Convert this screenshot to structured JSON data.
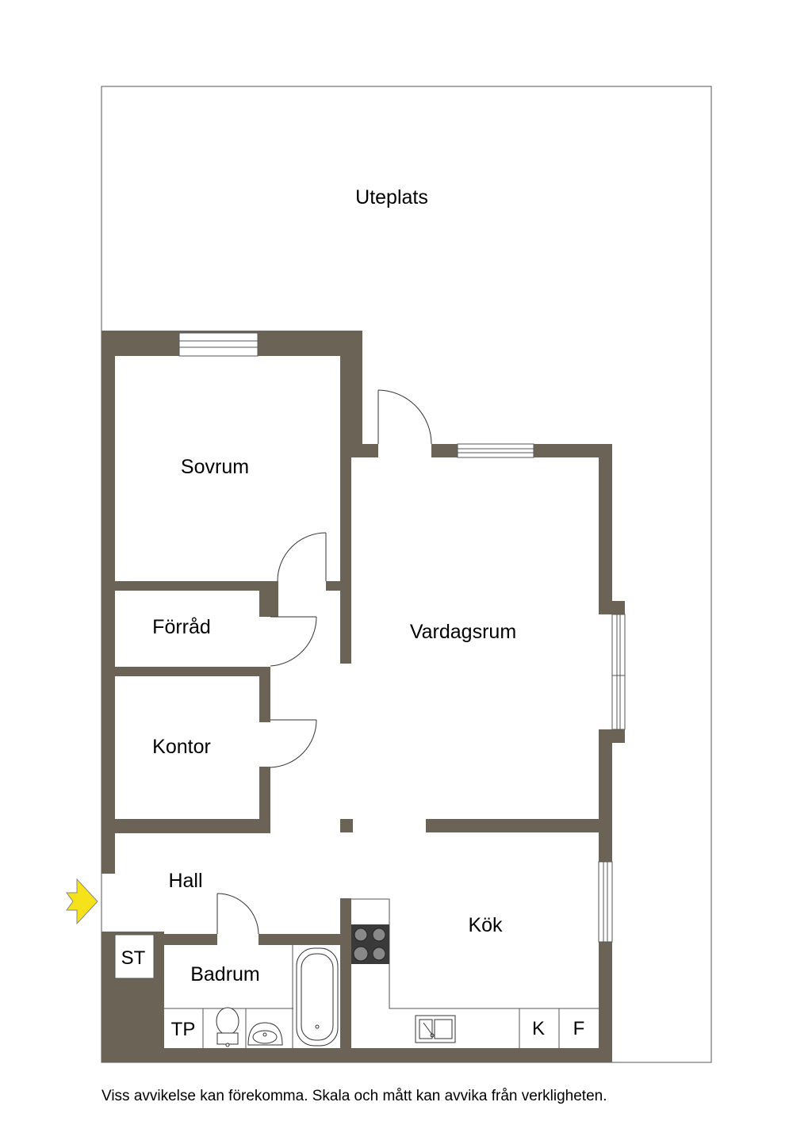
{
  "rooms": {
    "uteplats": "Uteplats",
    "sovrum": "Sovrum",
    "forrad": "Förråd",
    "vardagsrum": "Vardagsrum",
    "kontor": "Kontor",
    "hall": "Hall",
    "kok": "Kök",
    "badrum": "Badrum"
  },
  "fixtures": {
    "st": "ST",
    "tp": "TP",
    "k": "K",
    "f": "F"
  },
  "icons": [
    "entrance-arrow-icon",
    "stove-icon",
    "toilet-icon",
    "sink-icon",
    "bathtub-icon",
    "kitchen-sink-icon"
  ],
  "colors": {
    "wall": "#6b6356",
    "entrance_arrow": "#f5e21a",
    "line": "#333333"
  },
  "disclaimer": "Viss avvikelse kan förekomma. Skala och mått kan avvika från verkligheten."
}
